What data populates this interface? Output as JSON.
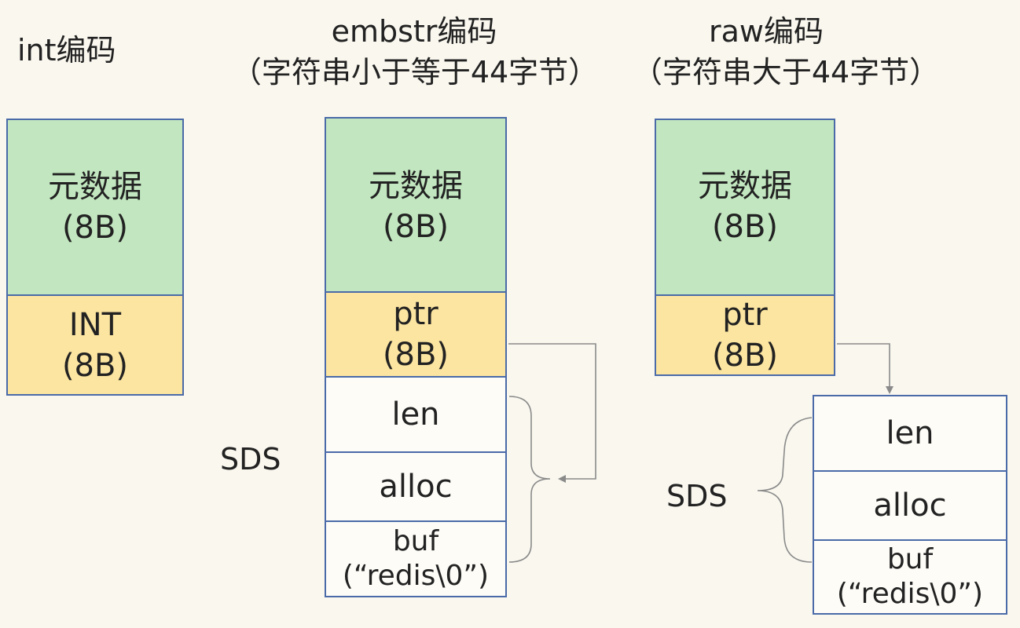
{
  "titles": {
    "int": "int编码",
    "embstr_line1": "embstr编码",
    "embstr_line2": "（字符串小于等于44字节）",
    "raw_line1": "raw编码",
    "raw_line2": "（字符串大于44字节）"
  },
  "int_col": {
    "meta_line1": "元数据",
    "meta_line2": "(8B)",
    "value_line1": "INT",
    "value_line2": "(8B)"
  },
  "embstr_col": {
    "meta_line1": "元数据",
    "meta_line2": "(8B)",
    "ptr_line1": "ptr",
    "ptr_line2": "(8B)",
    "len": "len",
    "alloc": "alloc",
    "buf_line1": "buf",
    "buf_line2": "(“redis\\0”)",
    "sds_label": "SDS"
  },
  "raw_col": {
    "meta_line1": "元数据",
    "meta_line2": "(8B)",
    "ptr_line1": "ptr",
    "ptr_line2": "(8B)",
    "len": "len",
    "alloc": "alloc",
    "buf_line1": "buf",
    "buf_line2": "(“redis\\0”)",
    "sds_label": "SDS"
  },
  "colors": {
    "metadata": "#c2e7c0",
    "pointer_value": "#fce5a1",
    "sds_field": "#fdfcf7",
    "border": "#4a6aa8",
    "arrow": "#8a8a8a"
  }
}
